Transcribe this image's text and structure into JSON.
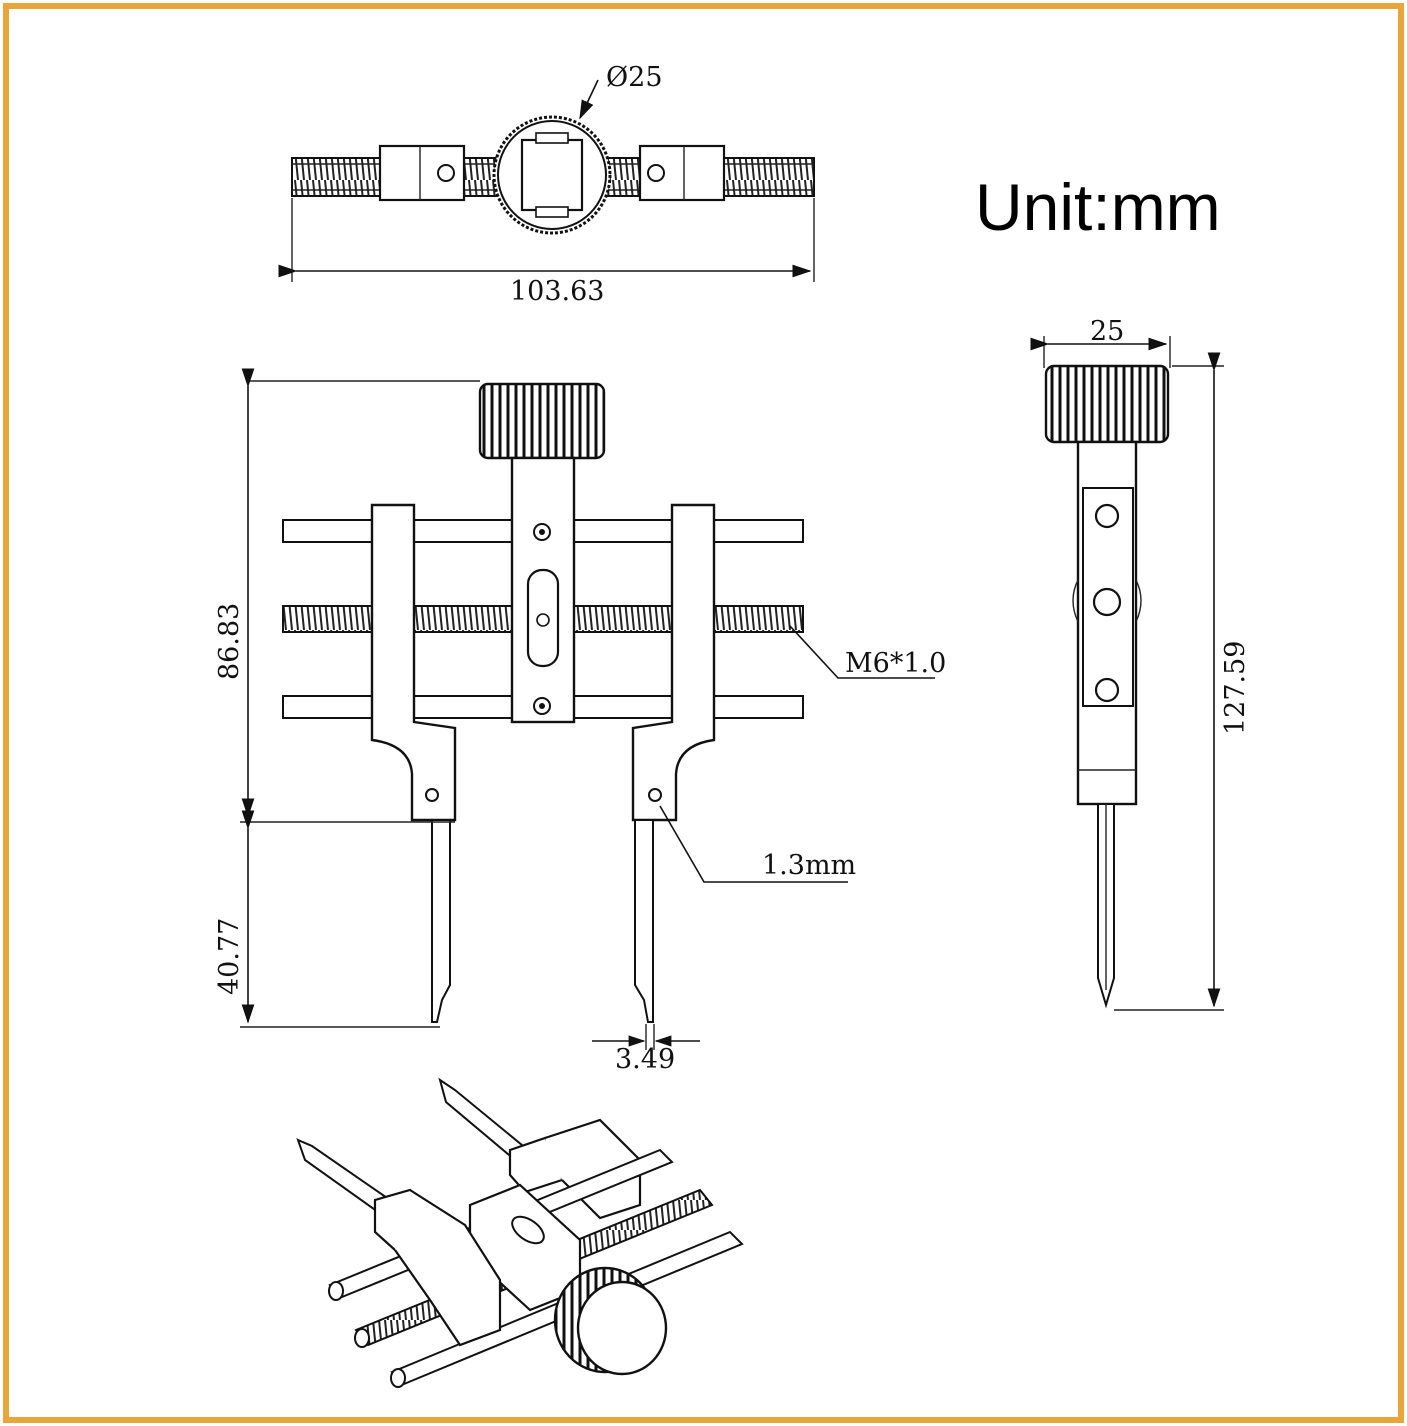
{
  "colors": {
    "border": "#E8A63A",
    "line": "#111111",
    "background": "#FFFFFF"
  },
  "unit_label": "Unit:mm",
  "dimensions": {
    "top_diameter": "Ø25",
    "top_width": "103.63",
    "side_width": "25",
    "upper_height": "86.83",
    "lower_height": "40.77",
    "thread_spec": "M6*1.0",
    "hole_size": "1.3mm",
    "tip_gap": "3.49",
    "total_height": "127.59"
  }
}
